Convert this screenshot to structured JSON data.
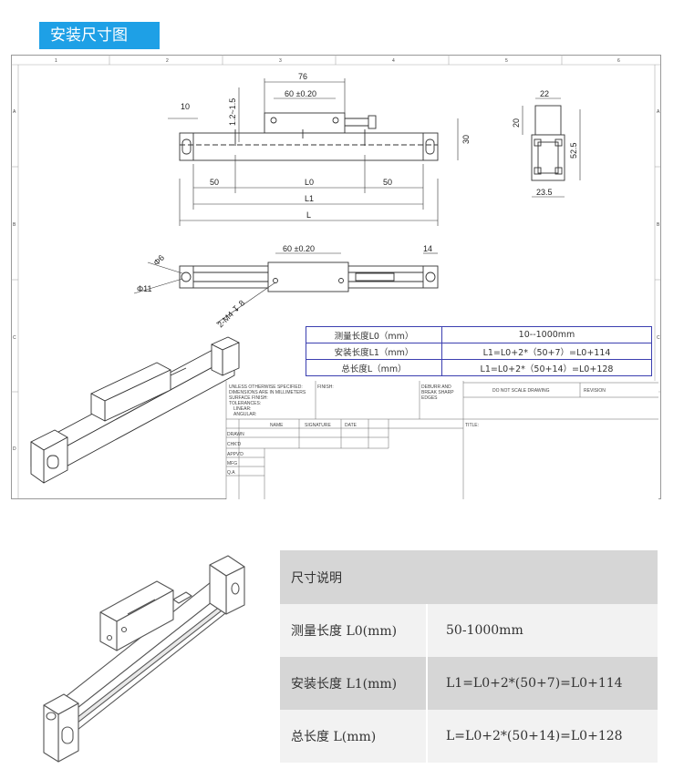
{
  "header": {
    "title": "安装尺寸图"
  },
  "drawing": {
    "col_numbers": [
      "1",
      "2",
      "3",
      "4",
      "5",
      "6"
    ],
    "row_letters": [
      "A",
      "B",
      "C",
      "D"
    ],
    "dims": {
      "d76": "76",
      "d60": "60 ±0.20",
      "d10": "10",
      "d12": "1.2~1.5",
      "d30": "30",
      "d50a": "50",
      "dL0": "L0",
      "d50b": "50",
      "dL1": "L1",
      "dL": "L",
      "d22": "22",
      "d20": "20",
      "d525": "52.5",
      "d235": "23.5",
      "d60b": "60 ±0.20",
      "d14": "14",
      "d6": "Φ6",
      "d11": "Φ11",
      "dM4": "2-M4 ↧ 8"
    },
    "titleblock": {
      "unless": "UNLESS OTHERWISE SPECIFIED:",
      "dims_mm": "DIMENSIONS ARE IN MILLIMETERS",
      "surface": "SURFACE FINISH:",
      "tol": "TOLERANCES:",
      "linear": "LINEAR:",
      "angular": "ANGULAR:",
      "finish": "FINISH:",
      "deburr1": "DEBURR AND",
      "deburr2": "BREAK SHARP",
      "deburr3": "EDGES",
      "noscale": "DO NOT SCALE DRAWING",
      "revision": "REVISION",
      "name": "NAME",
      "signature": "SIGNATURE",
      "date": "DATE",
      "title": "TITLE:",
      "drawn": "DRAWN",
      "chkd": "CHK'D",
      "appvd": "APPV'D",
      "mfg": "MFG",
      "qa": "Q.A"
    }
  },
  "spec_table": [
    {
      "label": "测量长度L0（mm）",
      "value": "10--1000mm"
    },
    {
      "label": "安装长度L1（mm）",
      "value": "L1=L0+2*（50+7）=L0+114"
    },
    {
      "label": "总长度L（mm）",
      "value": "L1=L0+2*（50+14）=L0+128"
    }
  ],
  "bottom_table": {
    "header": "尺寸说明",
    "rows": [
      {
        "label": "测量长度  L0(mm)",
        "value": "50-1000mm"
      },
      {
        "label": "安装长度  L1(mm)",
        "value": "L1=L0+2*(50+7)=L0+114"
      },
      {
        "label": "总长度      L(mm)",
        "value": "L=L0+2*(50+14)=L0+128"
      }
    ]
  }
}
